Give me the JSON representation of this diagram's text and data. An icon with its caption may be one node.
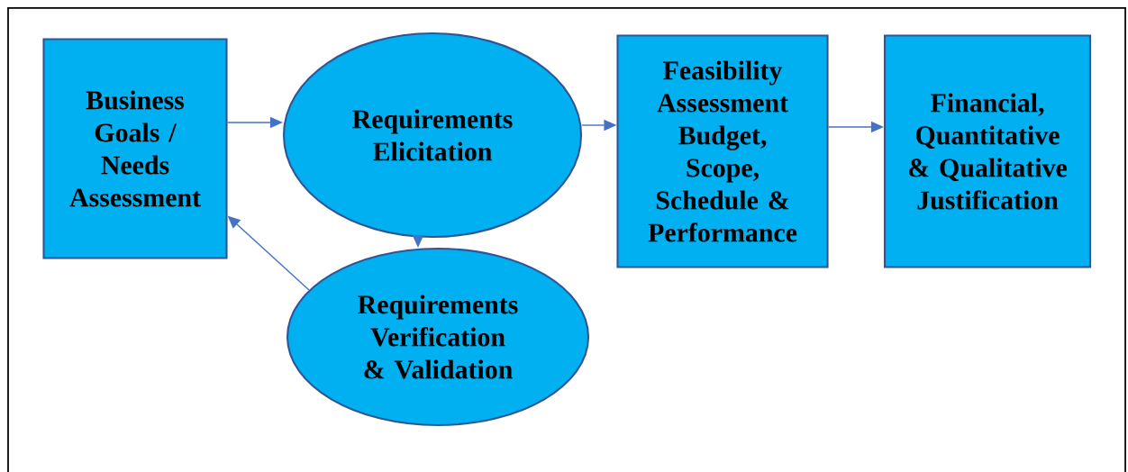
{
  "diagram": {
    "nodes": [
      {
        "text": [
          "Business Goals / Needs Assessment"
        ]
      },
      {
        "text": [
          "Requirements Elicitation"
        ]
      },
      {
        "text": [
          "Requirements Verification & Validation"
        ]
      },
      {
        "text": [
          "Feasibility Assessment Budget, Scope, Schedule & Performance"
        ]
      },
      {
        "text": [
          "Financial, Quantitative & Qualitative Justification"
        ]
      }
    ],
    "edges": [
      {
        "from": 0,
        "to": 1,
        "arrow": "to"
      },
      {
        "from": 1,
        "to": 3,
        "arrow": "to"
      },
      {
        "from": 3,
        "to": 4,
        "arrow": "to"
      },
      {
        "from": 1,
        "to": 2,
        "arrow": "to"
      },
      {
        "from": 2,
        "to": 0,
        "arrow": "to"
      }
    ]
  }
}
